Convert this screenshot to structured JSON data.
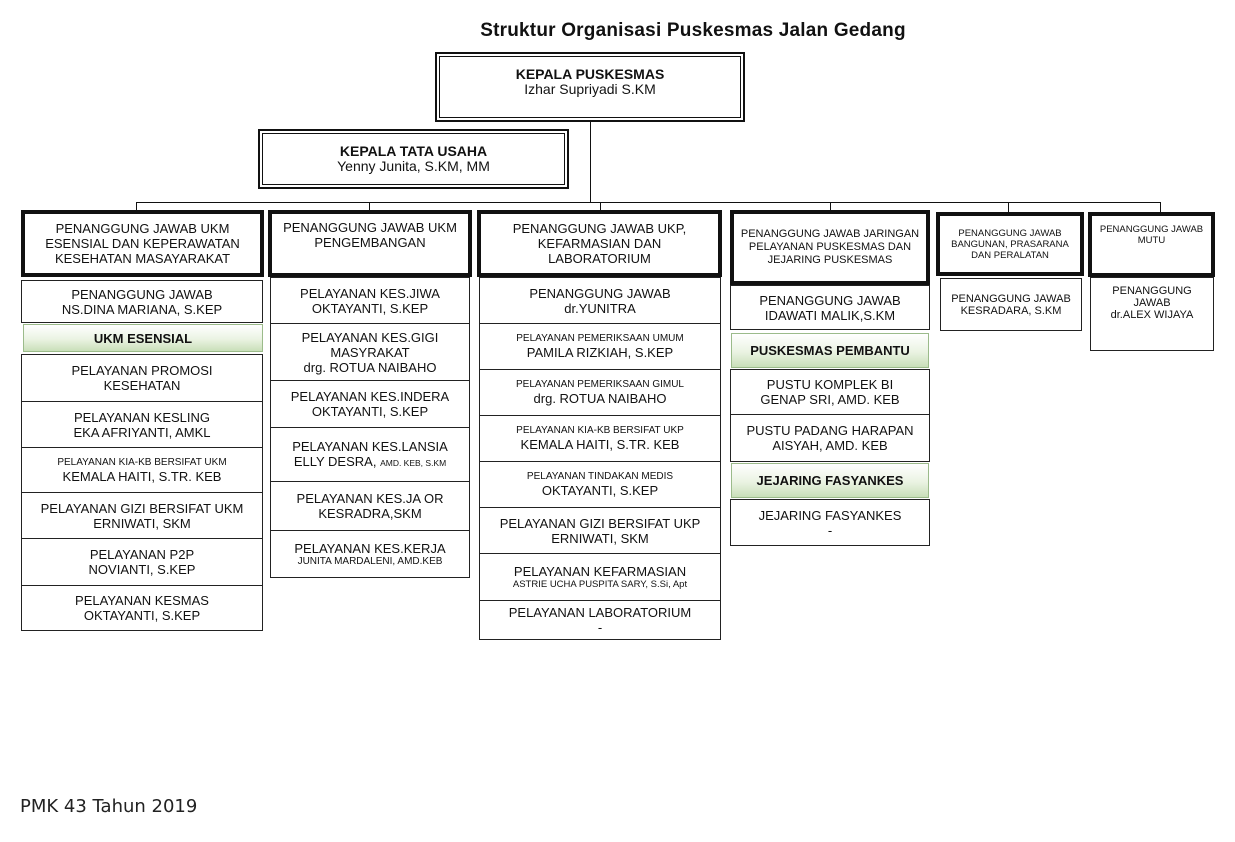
{
  "title": "Struktur Organisasi Puskesmas Jalan Gedang",
  "head": {
    "title": "KEPALA PUSKESMAS",
    "name": "Izhar Supriyadi S.KM"
  },
  "admin": {
    "title": "KEPALA TATA USAHA",
    "name": "Yenny Junita, S.KM, MM"
  },
  "col1": {
    "header": "PENANGGUNG JAWAB UKM ESENSIAL DAN KEPERAWATAN KESEHATAN MASAYARAKAT",
    "pj_title": "PENANGGUNG JAWAB",
    "pj_name": "NS.DINA MARIANA, S.KEP",
    "section": "UKM ESENSIAL",
    "items": [
      {
        "title": "PELAYANAN PROMOSI",
        "name": "KESEHATAN"
      },
      {
        "title": "PELAYANAN KESLING",
        "name": "EKA AFRIYANTI, AMKL"
      },
      {
        "title": "PELAYANAN KIA-KB BERSIFAT UKM",
        "name": "KEMALA HAITI, S.TR. KEB"
      },
      {
        "title": "PELAYANAN GIZI BERSIFAT UKM",
        "name": "ERNIWATI, SKM"
      },
      {
        "title": "PELAYANAN P2P",
        "name": "NOVIANTI, S.KEP"
      },
      {
        "title": "PELAYANAN KESMAS",
        "name": "OKTAYANTI, S.KEP"
      }
    ]
  },
  "col2": {
    "header": "PENANGGUNG JAWAB UKM PENGEMBANGAN",
    "items": [
      {
        "title": "PELAYANAN KES.JIWA",
        "name": "OKTAYANTI, S.KEP"
      },
      {
        "title": "PELAYANAN KES.GIGI MASYRAKAT",
        "name": "drg. ROTUA NAIBAHO"
      },
      {
        "title": "PELAYANAN KES.INDERA",
        "name": "OKTAYANTI, S.KEP"
      },
      {
        "title": "PELAYANAN KES.LANSIA",
        "name": "ELLY DESRA,",
        "suffix": "AMD. KEB, S.KM"
      },
      {
        "title": "PELAYANAN KES.JA OR",
        "name": "KESRADRA,SKM"
      },
      {
        "title": "PELAYANAN KES.KERJA",
        "name": "JUNITA MARDALENI, AMD.KEB"
      }
    ]
  },
  "col3": {
    "header": "PENANGGUNG JAWAB UKP, KEFARMASIAN DAN LABORATORIUM",
    "pj_title": "PENANGGUNG JAWAB",
    "pj_name": "dr.YUNITRA",
    "items": [
      {
        "title": "PELAYANAN PEMERIKSAAN UMUM",
        "name": "PAMILA RIZKIAH, S.KEP"
      },
      {
        "title": "PELAYANAN PEMERIKSAAN GIMUL",
        "name": "drg. ROTUA NAIBAHO"
      },
      {
        "title": "PELAYANAN KIA-KB BERSIFAT UKP",
        "name": "KEMALA HAITI, S.TR. KEB"
      },
      {
        "title": "PELAYANAN TINDAKAN MEDIS",
        "name": "OKTAYANTI, S.KEP"
      },
      {
        "title": "PELAYANAN GIZI BERSIFAT UKP",
        "name": "ERNIWATI, SKM"
      },
      {
        "title": "PELAYANAN KEFARMASIAN",
        "name": "ASTRIE UCHA PUSPITA SARY, S.Si, Apt"
      },
      {
        "title": "PELAYANAN LABORATORIUM",
        "name": "-"
      }
    ]
  },
  "col4": {
    "header": "PENANGGUNG JAWAB JARINGAN PELAYANAN PUSKESMAS DAN JEJARING PUSKESMAS",
    "pj_title": "PENANGGUNG JAWAB",
    "pj_name": "IDAWATI MALIK,S.KM",
    "section1": "PUSKESMAS PEMBANTU",
    "pustu1": {
      "title": "PUSTU KOMPLEK BI",
      "name": "GENAP SRI, AMD. KEB"
    },
    "pustu2": {
      "title": "PUSTU PADANG HARAPAN",
      "name": "AISYAH, AMD. KEB"
    },
    "section2": "JEJARING FASYANKES",
    "jejaring": {
      "title": "JEJARING FASYANKES",
      "name": "-"
    }
  },
  "col5": {
    "header": "PENANGGUNG JAWAB BANGUNAN, PRASARANA DAN PERALATAN",
    "pj_title": "PENANGGUNG JAWAB",
    "pj_name": "KESRADARA, S.KM"
  },
  "col6": {
    "header": "PENANGGUNG JAWAB MUTU",
    "pj_title": "PENANGGUNG JAWAB",
    "pj_name": "dr.ALEX WIJAYA"
  },
  "footer": "PMK 43 Tahun 2019"
}
